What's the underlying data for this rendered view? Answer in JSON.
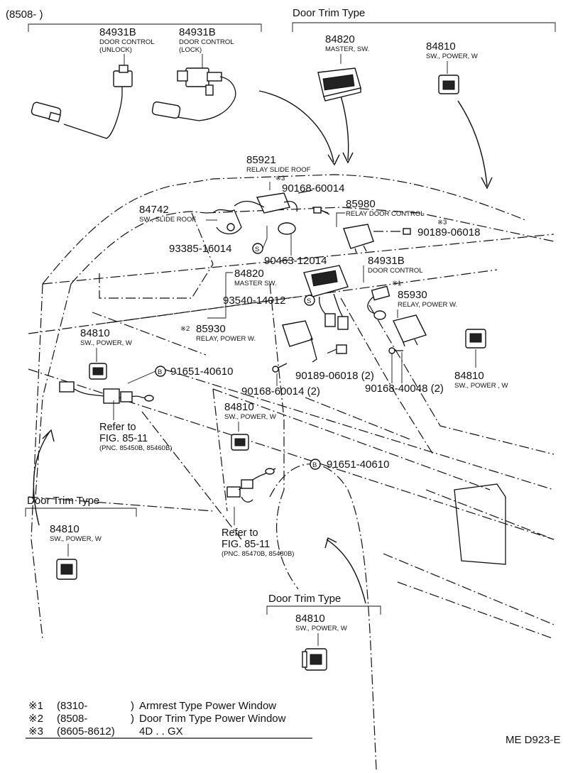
{
  "header": {
    "range_label": "(8508-          )",
    "door_trim_title": "Door Trim Type"
  },
  "parts": {
    "p84931b_unlock": {
      "number": "84931B",
      "name1": "DOOR CONTROL",
      "name2": "(UNLOCK)"
    },
    "p84931b_lock": {
      "number": "84931B",
      "name1": "DOOR CONTROL",
      "name2": "(LOCK)"
    },
    "p84820_top": {
      "number": "84820",
      "name": "MASTER, SW."
    },
    "p84810_top": {
      "number": "84810",
      "name": "SW., POWER, W"
    },
    "p85921": {
      "number": "85921",
      "name": "RELAY SLIDE ROOF",
      "mark": "※3"
    },
    "p90168_60014": {
      "number": "90168-60014"
    },
    "p85980": {
      "number": "85980",
      "name": "RELAY DOOR CONTROL",
      "mark": "※3"
    },
    "p90189_06018_a": {
      "number": "90189-06018"
    },
    "p84742": {
      "number": "84742",
      "name": "SW., SLIDE ROOF"
    },
    "p93385": {
      "number": "93385-16014",
      "sym": "S"
    },
    "p90463": {
      "number": "90463-12014"
    },
    "p84931b_mid": {
      "number": "84931B",
      "name": "DOOR CONTROL",
      "mark": "※1"
    },
    "p84820_mid": {
      "number": "84820",
      "name": "MASTER SW."
    },
    "p93540": {
      "number": "93540-14012",
      "sym": "S"
    },
    "p85930_right": {
      "number": "85930",
      "name": "RELAY, POWER W."
    },
    "p85930_left": {
      "number": "85930",
      "mark": "※2",
      "name": "RELAY, POWER W."
    },
    "p84810_left": {
      "number": "84810",
      "name": "SW., POWER, W"
    },
    "p91651_a": {
      "number": "91651-40610",
      "sym": "B"
    },
    "p90189_06018_b": {
      "number": "90189-06018 (2)"
    },
    "p90168_40048": {
      "number": "90168-40048 (2)"
    },
    "p84810_right": {
      "number": "84810",
      "name": "SW., POWER , W"
    },
    "p90168_60014_b": {
      "number": "90168-60014 (2)"
    },
    "refer1": {
      "line1": "Refer to",
      "line2": "FIG. 85-11",
      "line3": "(PNC. 85450B, 85460B)"
    },
    "p84810_center": {
      "number": "84810",
      "name": "SW., POWER, W"
    },
    "p91651_b": {
      "number": "91651-40610",
      "sym": "B"
    },
    "refer2": {
      "line1": "Refer to",
      "line2": "FIG. 85-11",
      "line3": "(PNC. 85470B, 85480B)"
    },
    "door_trim_left": {
      "title": "Door Trim Type",
      "number": "84810",
      "name": "SW., POWER, W"
    },
    "door_trim_bottom": {
      "title": "Door Trim Type",
      "number": "84810",
      "name": "SW., POWER, W"
    }
  },
  "notes": [
    {
      "mark": "※1",
      "range": "(8310-",
      "close": ")",
      "text": "Armrest Type Power Window"
    },
    {
      "mark": "※2",
      "range": "(8508-",
      "close": ")",
      "text": "Door Trim Type Power Window"
    },
    {
      "mark": "※3",
      "range": "(8605-8612)",
      "close": "",
      "text": "4D . . GX"
    }
  ],
  "diagram_code": "ME D923-E"
}
